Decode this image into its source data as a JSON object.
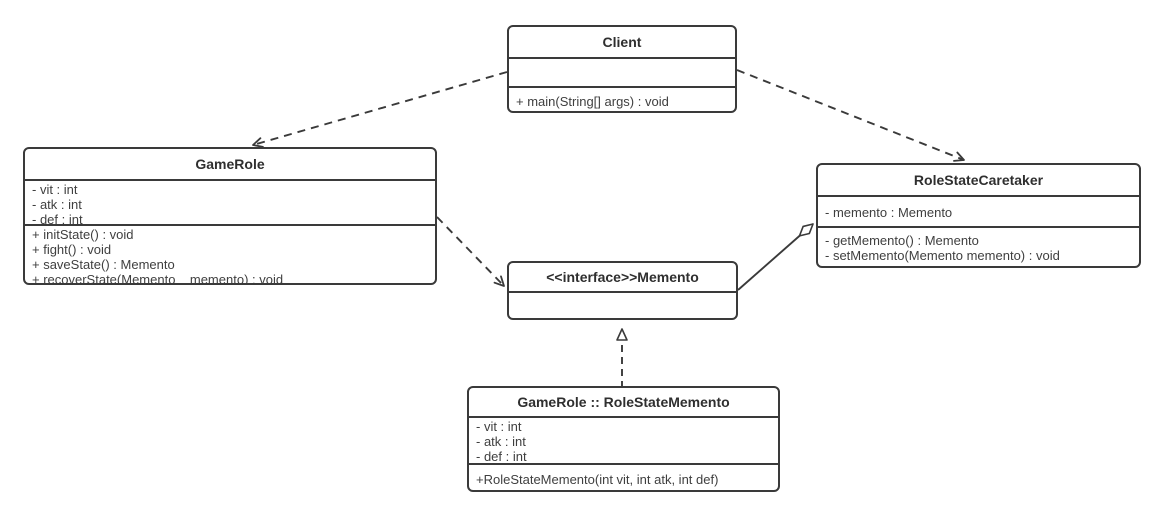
{
  "diagram": {
    "pattern": "Memento",
    "colors": {
      "background": "#ffffff",
      "line": "#3a3a3a",
      "text": "#3f3f3f"
    },
    "classes": [
      {
        "name": "client",
        "title": "Client",
        "attributes": [],
        "methods": [
          "+ main(String[] args) : void"
        ]
      },
      {
        "name": "game-role",
        "title": "GameRole",
        "attributes": [
          "- vit : int",
          "- atk : int",
          "- def : int"
        ],
        "methods": [
          "+ initState() : void",
          "+ fight() : void",
          "+ saveState() : Memento",
          "+ recoverState(Memento    memento) : void"
        ]
      },
      {
        "name": "role-state-caretaker",
        "title": "RoleStateCaretaker",
        "attributes": [
          "- memento : Memento"
        ],
        "methods": [
          "- getMemento() : Memento",
          "- setMemento(Memento memento) : void"
        ]
      },
      {
        "name": "memento-interface",
        "title": "<<interface>>Memento",
        "attributes": [],
        "methods": []
      },
      {
        "name": "role-state-memento",
        "title": "GameRole :: RoleStateMemento",
        "attributes": [
          "- vit : int",
          "- atk : int",
          "- def : int"
        ],
        "methods": [
          "+RoleStateMemento(int vit, int atk, int def)"
        ]
      }
    ],
    "relations": [
      {
        "from": "Client",
        "to": "GameRole",
        "type": "dependency",
        "line": "dashed",
        "head": "open-arrow"
      },
      {
        "from": "Client",
        "to": "RoleStateCaretaker",
        "type": "dependency",
        "line": "dashed",
        "head": "open-arrow"
      },
      {
        "from": "GameRole",
        "to": "<<interface>>Memento",
        "type": "dependency",
        "line": "dashed",
        "head": "open-arrow"
      },
      {
        "from": "RoleStateCaretaker",
        "to": "<<interface>>Memento",
        "type": "aggregation",
        "line": "solid",
        "head": "hollow-diamond"
      },
      {
        "from": "GameRole :: RoleStateMemento",
        "to": "<<interface>>Memento",
        "type": "realization",
        "line": "dashed",
        "head": "hollow-triangle"
      }
    ]
  }
}
